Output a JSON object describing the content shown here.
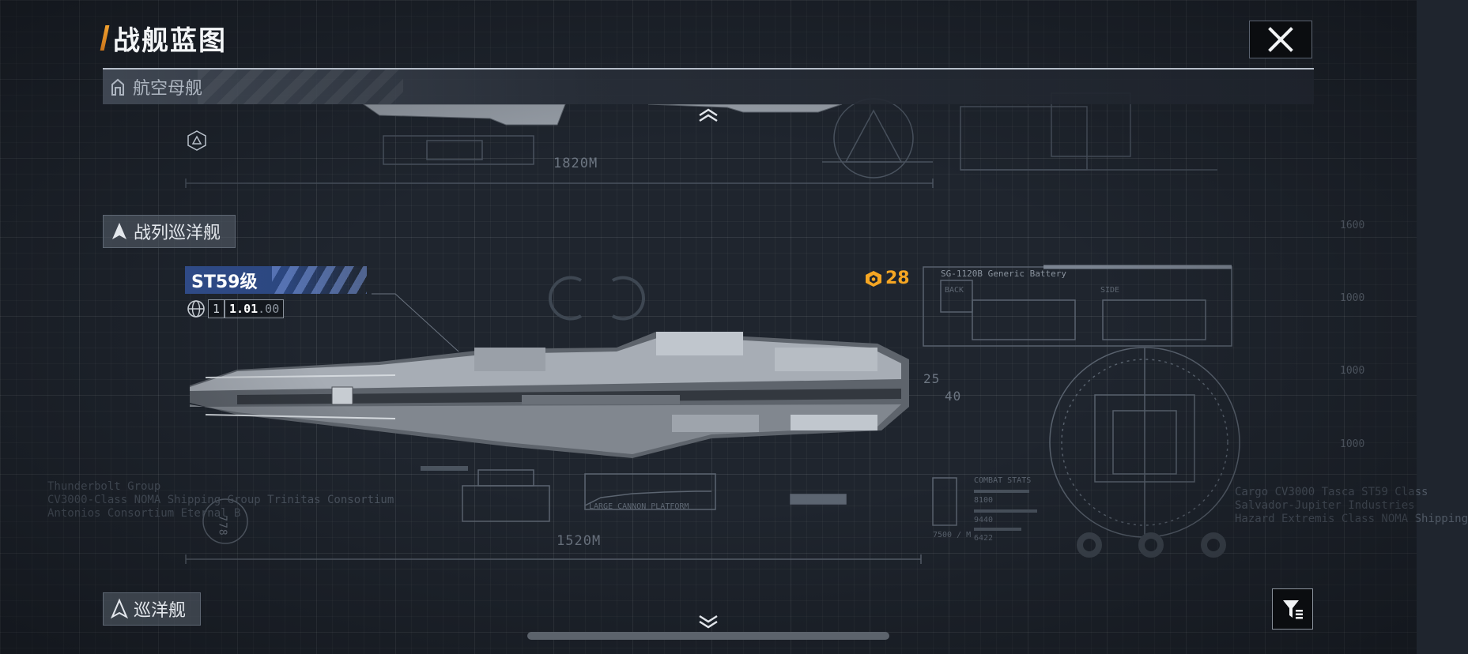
{
  "header": {
    "title": "战舰蓝图"
  },
  "section_bar": {
    "label": "航空母舰"
  },
  "categories": [
    {
      "label": "战列巡洋舰"
    },
    {
      "label": "巡洋舰"
    }
  ],
  "ship": {
    "name": "ST59级",
    "level": "1",
    "version_main": "1.01",
    "version_sub": ".00",
    "cost": "28"
  },
  "blueprint_text": {
    "top_dimension": "1820M",
    "bottom_dimension": "1520M",
    "module_name": "SG-1120B Generic Battery",
    "back_label": "BACK",
    "side_label": "SIDE",
    "combat_stats": "COMBAT STATS",
    "large_cannon": "LARGE CANNON PLATFORM",
    "thunderbolt_line1": "Thunderbolt Group",
    "thunderbolt_line2": "CV3000-Class NOMA Shipping Group Trinitas Consortium",
    "thunderbolt_line3": "Antonios Consortium Eternal B",
    "right_line1": "Cargo CV3000 Tasca ST59 Class",
    "right_line2": "Salvador-Jupiter Industries",
    "right_line3": "Hazard Extremis Class NOMA Shipping",
    "measure_25": "25",
    "measure_40": "40",
    "measure_778": "778",
    "stat_values": [
      "8100",
      "9440",
      "6422"
    ],
    "rate": "7500 / M",
    "scale_ticks": [
      "1600",
      "1000",
      "1000",
      "1000"
    ]
  },
  "colors": {
    "background": "#1f252e",
    "accent_orange": "#f5a623",
    "name_tag_blue": "#2f4a86"
  },
  "icons": {
    "close": "close-x-icon",
    "carrier": "carrier-hangar-icon",
    "battlecruiser": "battlecruiser-icon",
    "cruiser": "cruiser-icon",
    "scroll_up": "chevron-up-icon",
    "scroll_down": "chevron-down-icon",
    "filter": "filter-icon",
    "globe": "globe-icon",
    "cost": "resource-token-icon",
    "fleet_marker": "triangle-marker-icon"
  }
}
